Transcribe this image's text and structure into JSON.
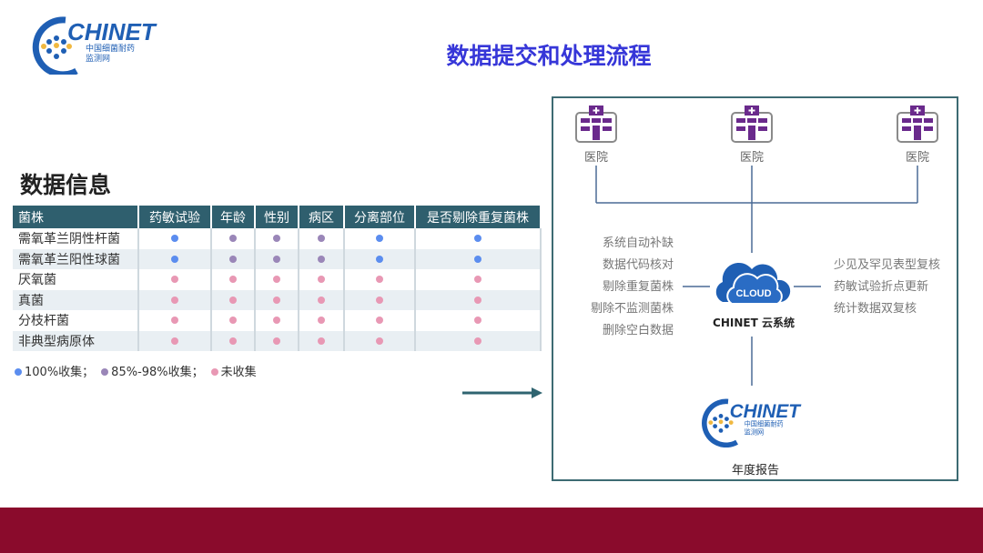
{
  "title": "数据提交和处理流程",
  "logo": {
    "text": "CHINET",
    "sub1": "中国细菌耐药",
    "sub2": "监测网"
  },
  "section_title": "数据信息",
  "table": {
    "headers": [
      "菌株",
      "药敏试验",
      "年龄",
      "性别",
      "病区",
      "分离部位",
      "是否剔除重复菌株"
    ],
    "rows": [
      {
        "name": "需氧革兰阴性杆菌",
        "values": [
          "full",
          "partial",
          "partial",
          "partial",
          "full",
          "full"
        ]
      },
      {
        "name": "需氧革兰阳性球菌",
        "values": [
          "full",
          "partial",
          "partial",
          "partial",
          "full",
          "full"
        ]
      },
      {
        "name": "厌氧菌",
        "values": [
          "none",
          "none",
          "none",
          "none",
          "none",
          "none"
        ]
      },
      {
        "name": "真菌",
        "values": [
          "none",
          "none",
          "none",
          "none",
          "none",
          "none"
        ]
      },
      {
        "name": "分枝杆菌",
        "values": [
          "none",
          "none",
          "none",
          "none",
          "none",
          "none"
        ]
      },
      {
        "name": "非典型病原体",
        "values": [
          "none",
          "none",
          "none",
          "none",
          "none",
          "none"
        ]
      }
    ]
  },
  "legend": [
    {
      "key": "full",
      "label": "100%收集；",
      "color": "#5b8def"
    },
    {
      "key": "partial",
      "label": "85%-98%收集；",
      "color": "#9a86b8"
    },
    {
      "key": "none",
      "label": "未收集",
      "color": "#e898b4"
    }
  ],
  "flow": {
    "hospitals": [
      "医院",
      "医院",
      "医院"
    ],
    "left_steps": [
      "系统自动补缺",
      "数据代码核对",
      "剔除重复菌株",
      "剔除不监测菌株",
      "删除空白数据"
    ],
    "right_steps": [
      "少见及罕见表型复核",
      "药敏试验折点更新",
      "统计数据双复核"
    ],
    "cloud_text": "CLOUD",
    "cloud_label": "CHINET 云系统",
    "report": "年度报告"
  },
  "colors": {
    "header": "#2f5f6e",
    "title": "#3636d8",
    "cloud": "#1f5fb4",
    "hospital": "#6a2a8c",
    "bottom_bar": "#8a0b2c"
  }
}
